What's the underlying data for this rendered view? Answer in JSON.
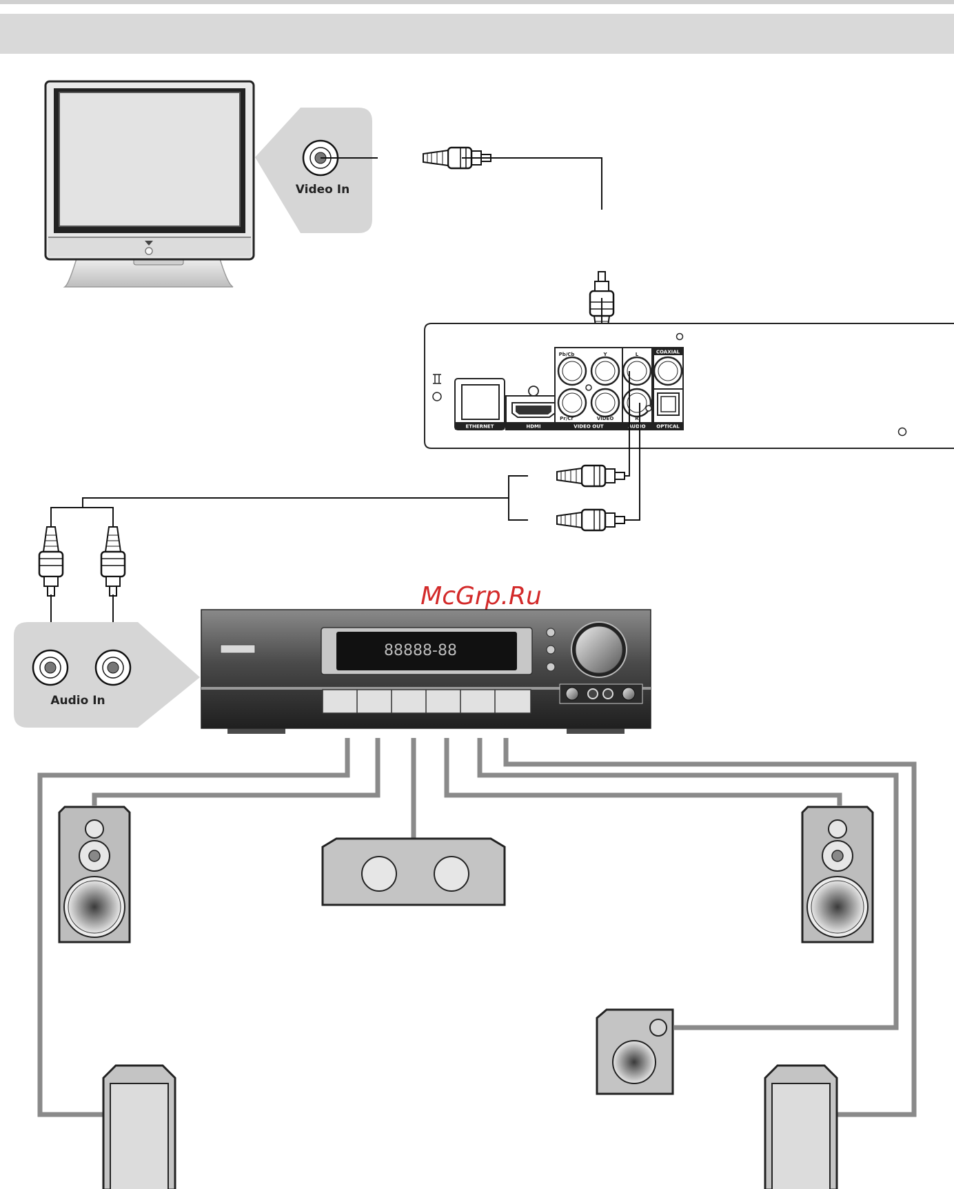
{
  "header": {
    "title": ""
  },
  "tv": {
    "video_in_label": "Video In"
  },
  "player_panel": {
    "ports": {
      "ethernet": "ETHERNET",
      "hdmi": "HDMI",
      "video_out": "VIDEO OUT",
      "audio": "AUDIO",
      "optical": "OPTICAL",
      "coaxial": "COAXIAL",
      "pb_cb": "Pb/Cb",
      "y": "Y",
      "pr_cr": "Pr/Cr",
      "video": "VIDEO",
      "left": "L",
      "right": "R"
    }
  },
  "receiver": {
    "audio_in_label": "Audio In",
    "display_text": "88888-88"
  },
  "watermark": "McGrp.Ru",
  "colors": {
    "speaker_wire": "#8a8a8a",
    "cable": "#222222",
    "watermark": "#d32a2a",
    "band": "#d9d9d9"
  }
}
